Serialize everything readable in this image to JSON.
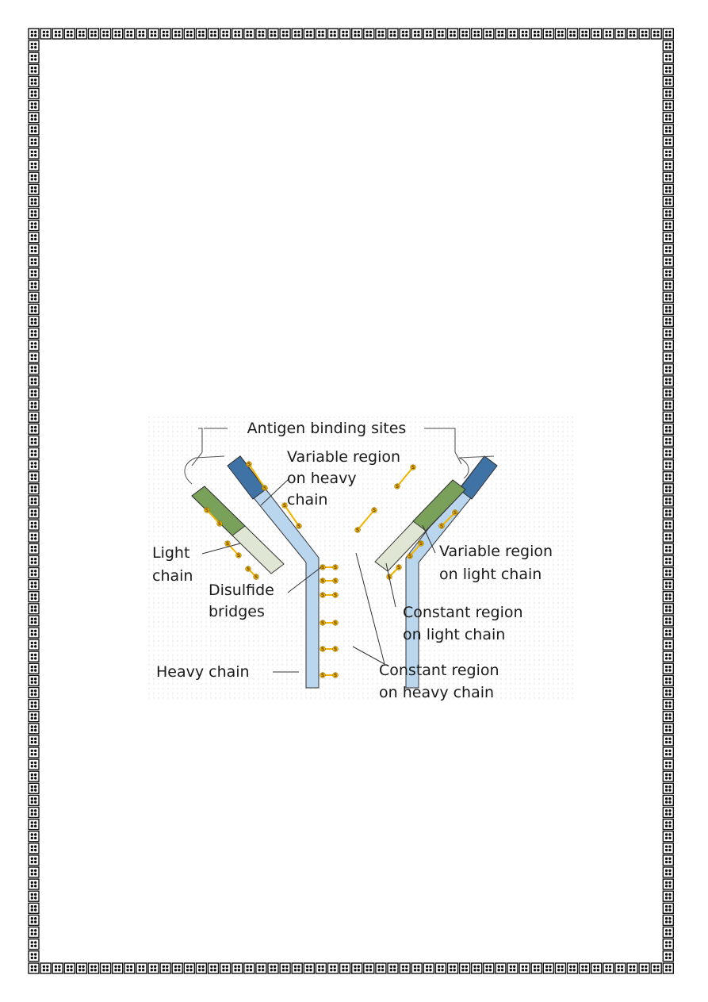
{
  "colors": {
    "heavy_variable": "#3f73a6",
    "heavy_constant": "#b9d6ee",
    "light_variable": "#7aa15a",
    "light_constant": "#dfe6d3",
    "disulfide": "#f0b400",
    "outline": "#333333",
    "background_dots": "#d7d7d7",
    "border": "#111111"
  },
  "border": {
    "ornament_icon": "clover-box-icon"
  },
  "diagram": {
    "labels": {
      "antigen_binding_sites": "Antigen binding sites",
      "variable_heavy": [
        "Variable region",
        "on heavy",
        "chain"
      ],
      "light_chain": [
        "Light",
        "chain"
      ],
      "disulfide_bridges": [
        "Disulfide",
        "bridges"
      ],
      "variable_light": [
        "Variable region",
        "on light chain"
      ],
      "constant_light": [
        "Constant region",
        "on light chain"
      ],
      "constant_heavy": [
        "Constant region",
        "on heavy chain"
      ],
      "heavy_chain": "Heavy chain"
    },
    "disulfide_symbol": "S"
  }
}
